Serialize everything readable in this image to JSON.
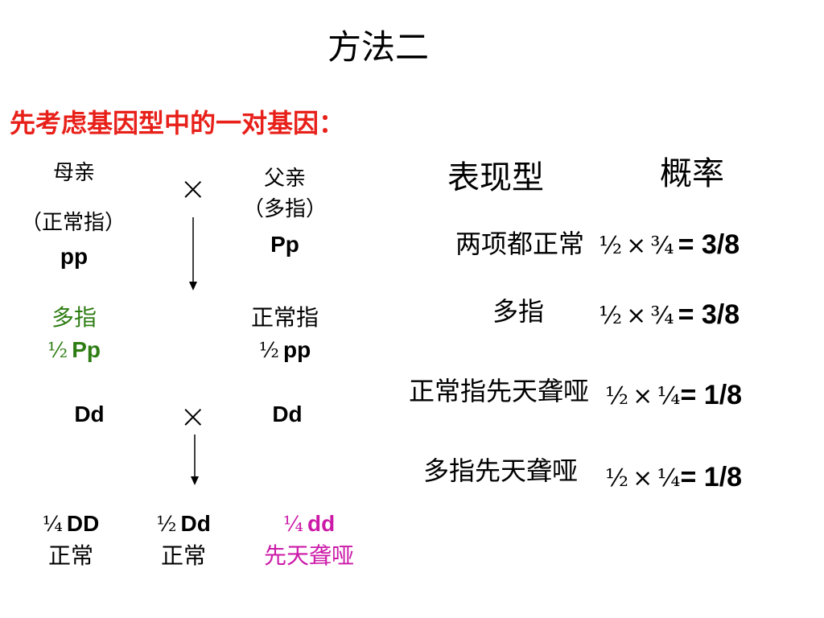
{
  "title": "方法二",
  "subtitle": "先考虑基因型中的一对基因：",
  "colors": {
    "subtitle": "#e8201a",
    "green": "#2e7d13",
    "magenta": "#cc1aa8"
  },
  "cross1": {
    "mother": {
      "label": "母亲",
      "trait": "（正常指）",
      "genotype": "pp"
    },
    "cross_symbol": "×",
    "father": {
      "label": "父亲",
      "trait": "（多指）",
      "genotype": "Pp"
    },
    "offspring": [
      {
        "trait": "多指",
        "fraction": "½",
        "genotype": "Pp"
      },
      {
        "trait": "正常指",
        "fraction": "½",
        "genotype": "pp"
      }
    ]
  },
  "cross2": {
    "left": "Dd",
    "cross_symbol": "×",
    "right": "Dd",
    "offspring": [
      {
        "fraction": "¼",
        "genotype": "DD",
        "trait": "正常"
      },
      {
        "fraction": "½",
        "genotype": "Dd",
        "trait": "正常"
      },
      {
        "fraction": "¼",
        "genotype": "dd",
        "trait": "先天聋哑"
      }
    ]
  },
  "table": {
    "phenotype_header": "表现型",
    "probability_header": "概率",
    "rows": [
      {
        "phenotype": "两项都正常",
        "a": "½",
        "op": "×",
        "b": "¾",
        "result": "= 3/8"
      },
      {
        "phenotype": "多指",
        "a": "½",
        "op": "×",
        "b": "¾",
        "result": "= 3/8"
      },
      {
        "phenotype": "正常指先天聋哑",
        "a": "½",
        "op": "×",
        "b": "¼",
        "result": "= 1/8"
      },
      {
        "phenotype": "多指先天聋哑",
        "a": "½",
        "op": "×",
        "b": "¼",
        "result": "= 1/8"
      }
    ]
  }
}
